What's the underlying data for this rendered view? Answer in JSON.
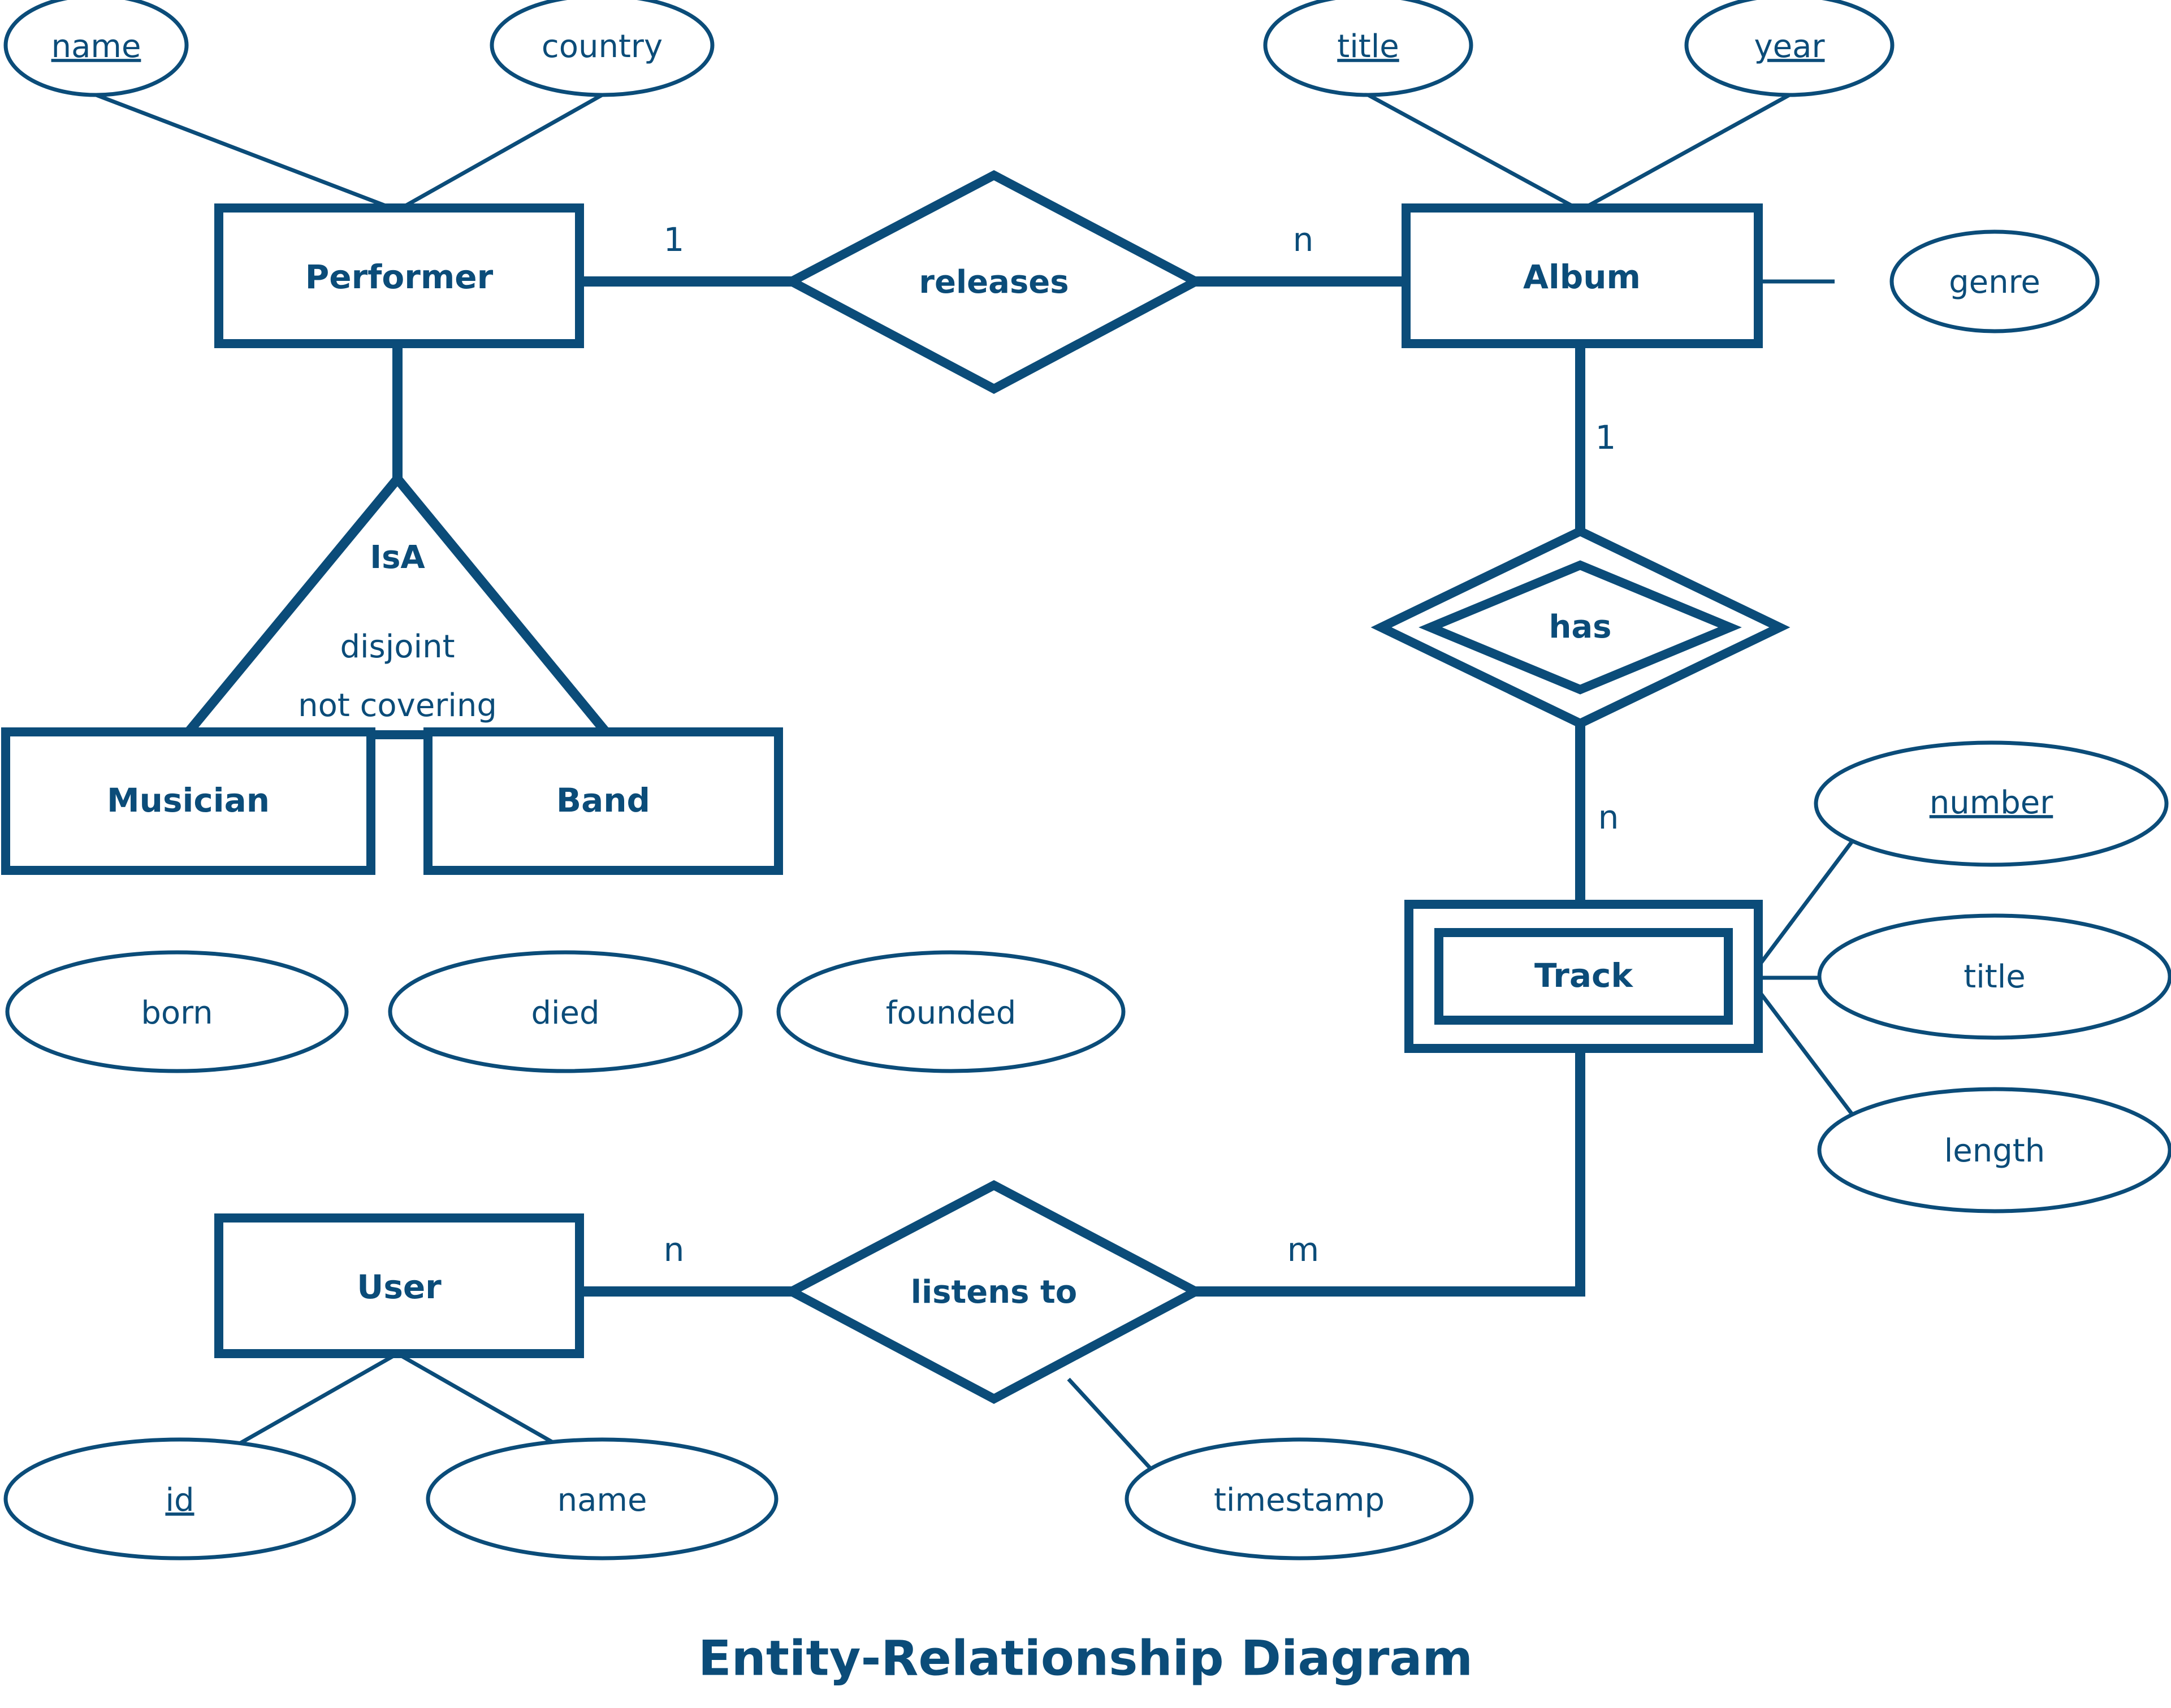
{
  "diagram": {
    "title": "Entity-Relationship Diagram",
    "colors": {
      "stroke": "#0b4c79",
      "background": "#ffffff"
    },
    "entities": [
      {
        "id": "performer",
        "label": "Performer",
        "kind": "strong"
      },
      {
        "id": "album",
        "label": "Album",
        "kind": "strong"
      },
      {
        "id": "musician",
        "label": "Musician",
        "kind": "strong"
      },
      {
        "id": "band",
        "label": "Band",
        "kind": "strong"
      },
      {
        "id": "track",
        "label": "Track",
        "kind": "weak"
      },
      {
        "id": "user",
        "label": "User",
        "kind": "strong"
      }
    ],
    "relationships": [
      {
        "id": "releases",
        "label": "releases",
        "kind": "normal",
        "cardinalities": [
          "1",
          "n"
        ]
      },
      {
        "id": "has",
        "label": "has",
        "kind": "identifying",
        "cardinalities": [
          "1",
          "n"
        ]
      },
      {
        "id": "listens_to",
        "label": "listens to",
        "kind": "normal",
        "cardinalities": [
          "n",
          "m"
        ]
      }
    ],
    "generalization": {
      "id": "isa",
      "label": "IsA",
      "parent": "Performer",
      "children": [
        "Musician",
        "Band"
      ],
      "constraint_line1": "disjoint",
      "constraint_line2": "not covering"
    },
    "attributes": [
      {
        "id": "performer-name",
        "label": "name",
        "owner": "Performer",
        "key": "primary"
      },
      {
        "id": "performer-country",
        "label": "country",
        "owner": "Performer",
        "key": "none"
      },
      {
        "id": "album-title",
        "label": "title",
        "owner": "Album",
        "key": "primary"
      },
      {
        "id": "album-year",
        "label": "year",
        "owner": "Album",
        "key": "primary"
      },
      {
        "id": "album-genre",
        "label": "genre",
        "owner": "Album",
        "key": "none"
      },
      {
        "id": "musician-born",
        "label": "born",
        "owner": "Musician",
        "key": "none"
      },
      {
        "id": "musician-died",
        "label": "died",
        "owner": "Musician",
        "key": "none"
      },
      {
        "id": "band-founded",
        "label": "founded",
        "owner": "Band",
        "key": "none"
      },
      {
        "id": "track-number",
        "label": "number",
        "owner": "Track",
        "key": "partial"
      },
      {
        "id": "track-title",
        "label": "title",
        "owner": "Track",
        "key": "none"
      },
      {
        "id": "track-length",
        "label": "length",
        "owner": "Track",
        "key": "none"
      },
      {
        "id": "user-id",
        "label": "id",
        "owner": "User",
        "key": "primary"
      },
      {
        "id": "user-name",
        "label": "name",
        "owner": "User",
        "key": "none"
      },
      {
        "id": "listens-timestamp",
        "label": "timestamp",
        "owner": "listens to",
        "key": "none"
      }
    ],
    "cardinality_labels": {
      "performer_releases": "1",
      "releases_album": "n",
      "album_has": "1",
      "has_track": "n",
      "user_listens": "n",
      "listens_track": "m"
    }
  }
}
